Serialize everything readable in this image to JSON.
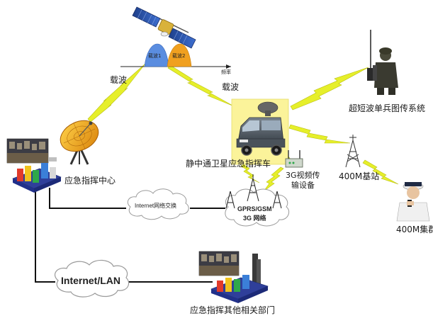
{
  "satellite": {
    "beam1_label": "载波1",
    "beam2_label": "载波2",
    "axis_label": "频率",
    "carrier_left": "载波",
    "carrier_right": "载波"
  },
  "nodes": {
    "command_center": "应急指挥中心",
    "satellite_vehicle": "静中通卫星应急指挥车",
    "soldier_system": "超短波单兵图传系统",
    "video_3g_line1": "3G视频传",
    "video_3g_line2": "输设备",
    "base_station": "400M基站",
    "cluster_400m": "400M集群",
    "other_departments": "应急指挥其他相关部门"
  },
  "clouds": {
    "internet_exchange": "Internet网络交换",
    "gprs_line1": "GPRS/GSM",
    "gprs_line2": "3G 网络",
    "internet_lan": "Internet/LAN"
  },
  "colors": {
    "lightning": "#e6ef2a",
    "beam1": "#5a8de0",
    "beam2": "#f0a020",
    "vehicle_highlight": "#fbf39a",
    "dish": "#f2a218",
    "line": "#111111"
  }
}
